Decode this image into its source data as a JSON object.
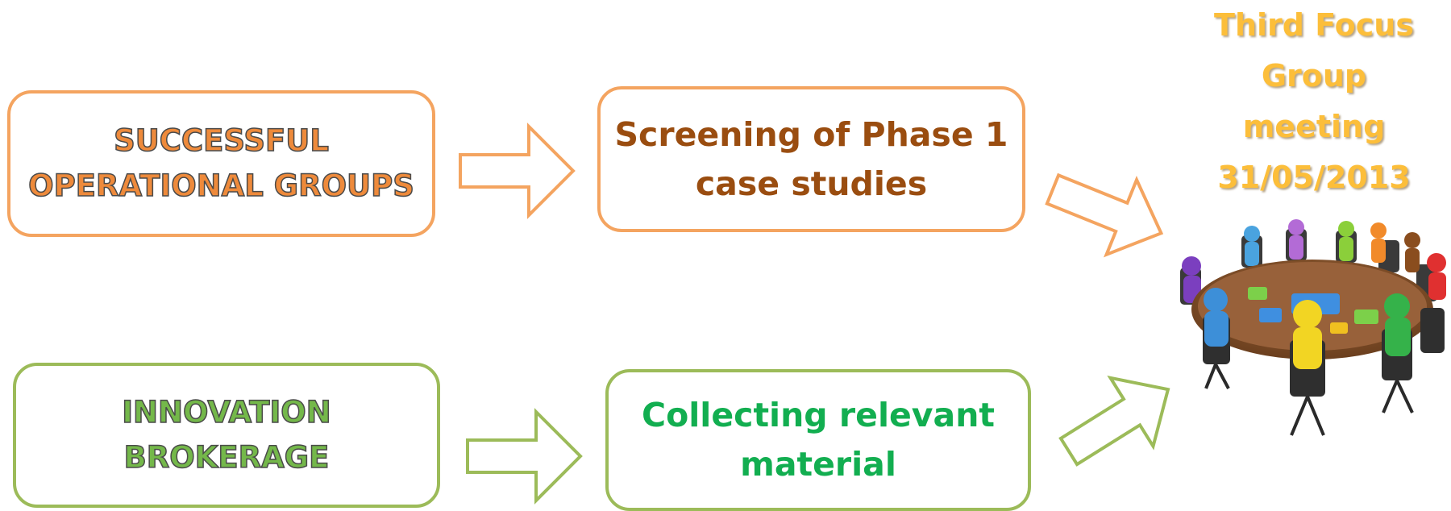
{
  "boxes": {
    "successful_operational_groups": {
      "line1": "SUCCESSFUL",
      "line2": "OPERATIONAL GROUPS"
    },
    "screening": {
      "line1": "Screening of Phase 1",
      "line2": "case studies"
    },
    "innovation_brokerage": {
      "line1": "INNOVATION",
      "line2": "BROKERAGE"
    },
    "collecting": {
      "line1": "Collecting  relevant",
      "line2": "material"
    }
  },
  "focus_group": {
    "line1": "Third Focus",
    "line2": "Group",
    "line3": "meeting",
    "line4": "31/05/2013"
  },
  "colors": {
    "orange_border": "#f4a460",
    "green_border": "#9cbb59",
    "brown_text": "#9a4d10",
    "green_text": "#12ae50",
    "gold_title": "#fcbe3a"
  }
}
